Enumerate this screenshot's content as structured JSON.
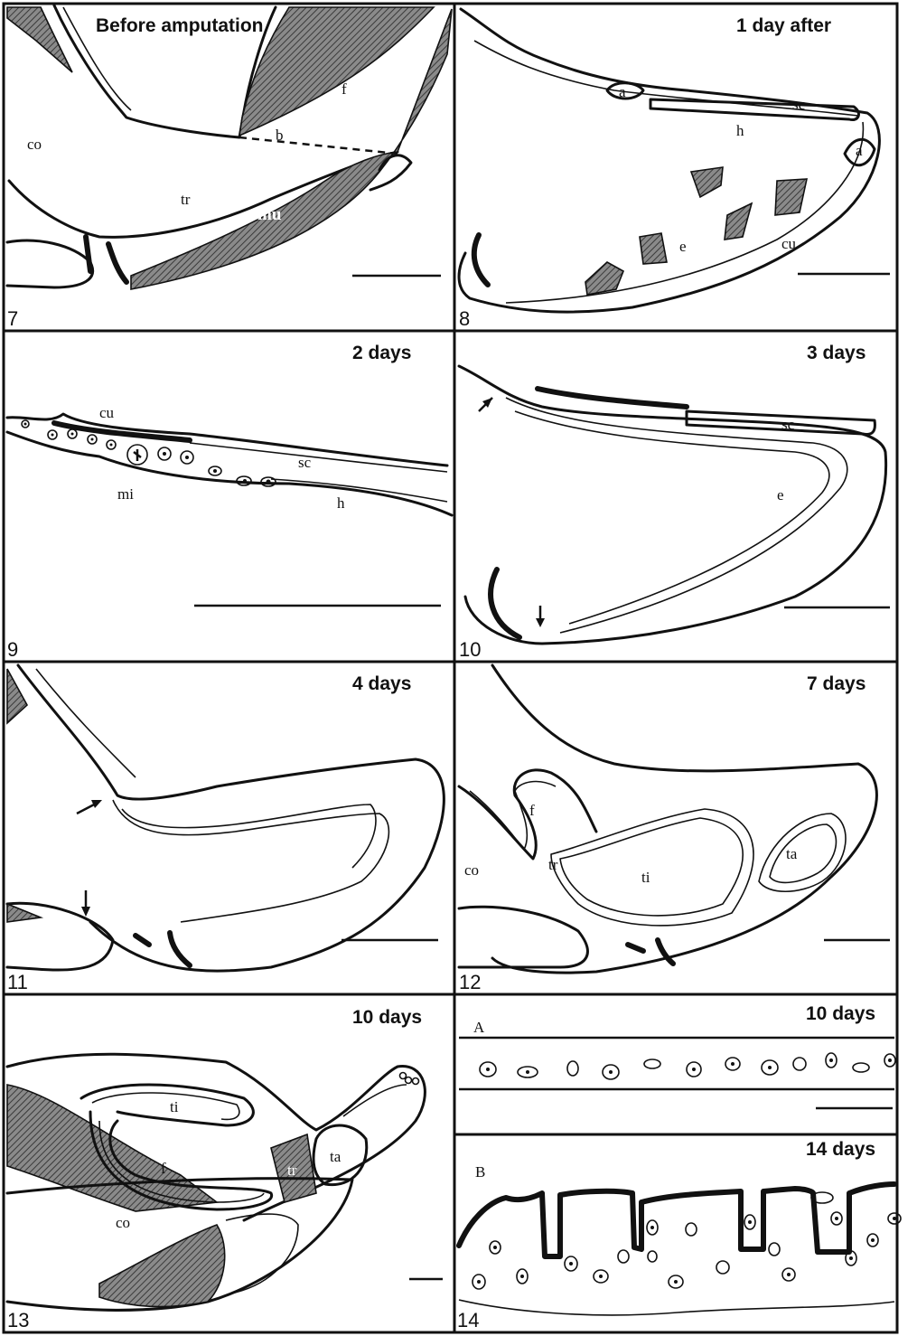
{
  "panels": [
    {
      "number": "7",
      "title": "Before amputation",
      "labels": {
        "co": "co",
        "f": "f",
        "b": "b",
        "tr": "tr",
        "mu": "mu"
      }
    },
    {
      "number": "8",
      "title": "1 day after",
      "labels": {
        "a1": "a",
        "sc": "sc",
        "h": "h",
        "a2": "a",
        "e": "e",
        "cu": "cu"
      }
    },
    {
      "number": "9",
      "title": "2 days",
      "labels": {
        "cu": "cu",
        "mi": "mi",
        "sc": "sc",
        "h": "h"
      }
    },
    {
      "number": "10",
      "title": "3 days",
      "labels": {
        "sc": "sc",
        "e": "e"
      }
    },
    {
      "number": "11",
      "title": "4 days",
      "labels": {}
    },
    {
      "number": "12",
      "title": "7 days",
      "labels": {
        "f": "f",
        "co": "co",
        "tr": "tr",
        "ti": "ti",
        "ta": "ta"
      }
    },
    {
      "number": "13",
      "title": "10 days",
      "labels": {
        "ti": "ti",
        "f": "f",
        "tr": "tr",
        "ta": "ta",
        "co": "co"
      }
    },
    {
      "number": "14",
      "subpanels": [
        {
          "letter": "A",
          "title": "10 days"
        },
        {
          "letter": "B",
          "title": "14 days"
        }
      ]
    }
  ]
}
